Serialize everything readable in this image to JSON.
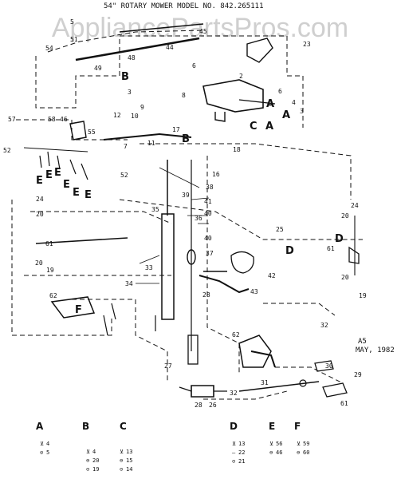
{
  "header": {
    "title": "54\" ROTARY MOWER MODEL NO. 842.265111"
  },
  "watermark": {
    "text": "AppliancePartsPros.com"
  },
  "revision": {
    "code": "A5",
    "date": "MAY, 1982"
  },
  "callouts": {
    "c2": "2",
    "c3a": "3",
    "c3b": "3",
    "c4": "4",
    "c5": "5",
    "c6a": "6",
    "c6b": "6",
    "c7": "7",
    "c8": "8",
    "c9": "9",
    "c10": "10",
    "c11": "11",
    "c12": "12",
    "c16": "16",
    "c17": "17",
    "c18": "18",
    "c19a": "19",
    "c19b": "19",
    "c20a": "20",
    "c20b": "20",
    "c20c": "20",
    "c20d": "20",
    "c23": "23",
    "c24a": "24",
    "c24b": "24",
    "c25": "25",
    "c26": "26",
    "c27": "27",
    "c28a": "28",
    "c28b": "28",
    "c29": "29",
    "c30": "30",
    "c31": "31",
    "c32a": "32",
    "c32b": "32",
    "c33": "33",
    "c34": "34",
    "c35": "35",
    "c36": "36",
    "c37": "37",
    "c38": "38",
    "c39": "39",
    "c40a": "40",
    "c40b": "40",
    "c41": "41",
    "c42": "42",
    "c43": "43",
    "c44": "44",
    "c45": "45",
    "c46": "46",
    "c48": "48",
    "c49": "49",
    "c51": "51",
    "c52a": "52",
    "c52b": "52",
    "c54": "54",
    "c55": "55",
    "c57": "57",
    "c58": "58",
    "c61a": "61",
    "c61b": "61",
    "c61c": "61",
    "c62a": "62",
    "c62b": "62"
  },
  "letters": {
    "a": "A",
    "b": "B",
    "c": "C",
    "d": "D",
    "e": "E",
    "f": "F"
  },
  "legend": {
    "A": {
      "letter": "A",
      "items": [
        "4",
        "5"
      ]
    },
    "B": {
      "letter": "B",
      "items": [
        "4",
        "20",
        "19"
      ]
    },
    "C": {
      "letter": "C",
      "items": [
        "13",
        "15",
        "14"
      ]
    },
    "D": {
      "letter": "D",
      "items": [
        "13",
        "22",
        "21"
      ]
    },
    "E": {
      "letter": "E",
      "items": [
        "56",
        "46"
      ]
    },
    "F": {
      "letter": "F",
      "items": [
        "59",
        "60"
      ]
    }
  }
}
